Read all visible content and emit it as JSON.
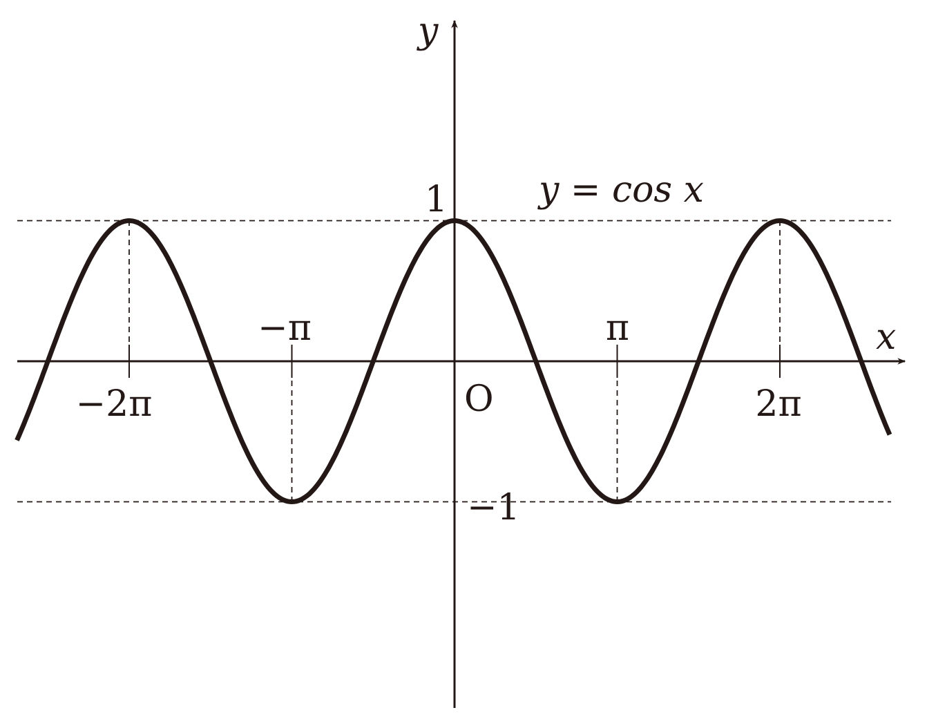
{
  "chart_data": {
    "type": "line",
    "title": "",
    "function": "cos",
    "curve_label": "y = cos x",
    "xlabel": "x",
    "ylabel": "y",
    "origin_label": "O",
    "xlim_pi": [
      -2.69,
      2.675
    ],
    "ylim": [
      -2.5,
      2.5
    ],
    "x_ticks": [
      {
        "value_pi": -2,
        "label": "−2π"
      },
      {
        "value_pi": -1,
        "label": "−π"
      },
      {
        "value_pi": 1,
        "label": "π"
      },
      {
        "value_pi": 2,
        "label": "2π"
      }
    ],
    "y_ticks": [
      {
        "value": 1,
        "label": "1"
      },
      {
        "value": -1,
        "label": "−1"
      }
    ],
    "guide_lines": {
      "horizontal": [
        1,
        -1
      ],
      "vertical_pi": [
        -2,
        -1,
        1,
        2
      ]
    },
    "colors": {
      "curve": "#231815",
      "axis": "#231815"
    }
  }
}
